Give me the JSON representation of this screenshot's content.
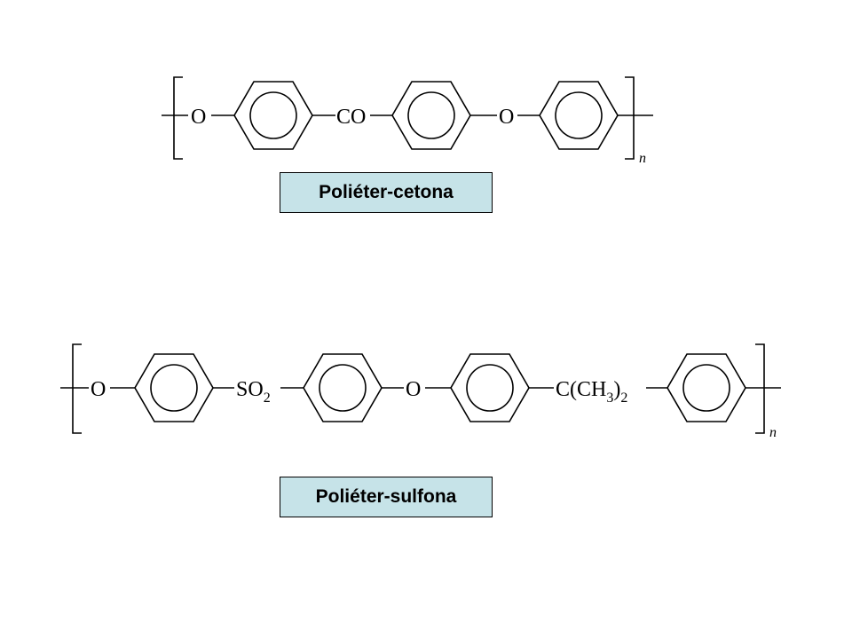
{
  "polymers": [
    {
      "name": "Poliéter-cetona",
      "repeat_subscript": "n",
      "groups": {
        "oxygen_left": "O",
        "carbonyl": "CO",
        "oxygen_mid": "O"
      }
    },
    {
      "name": "Poliéter-sulfona",
      "repeat_subscript": "n",
      "groups": {
        "oxygen_left": "O",
        "sulfonyl": "SO",
        "sulfonyl_sub": "2",
        "oxygen_mid": "O",
        "isopropylidene_open": "C(CH",
        "isopropylidene_sub1": "3",
        "isopropylidene_close": ")",
        "isopropylidene_sub2": "2"
      }
    }
  ]
}
